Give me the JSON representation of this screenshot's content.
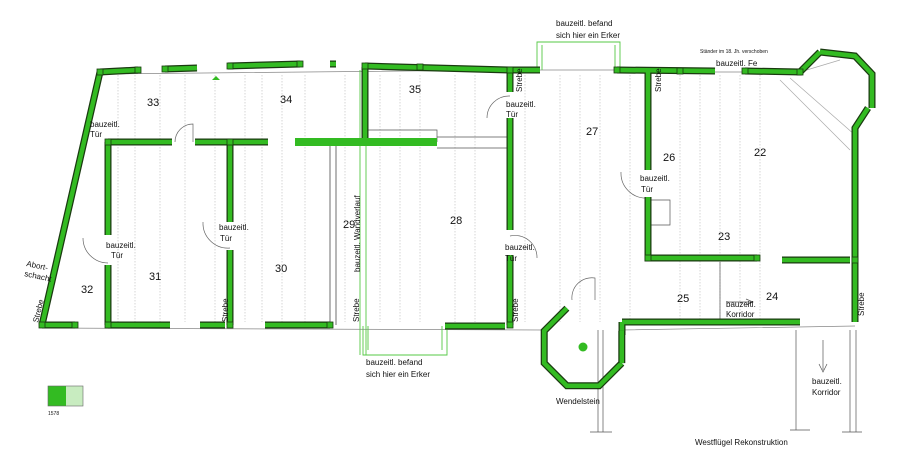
{
  "title": "Westflügel Rekonstruktion",
  "colors": {
    "wall": "#33bb22",
    "outline": "#1a3a10",
    "accent_light": "#c8ecc0"
  },
  "rooms": [
    "22",
    "23",
    "24",
    "25",
    "26",
    "27",
    "28",
    "29",
    "30",
    "31",
    "32",
    "33",
    "34",
    "35"
  ],
  "annotations": {
    "erker_top_1": "bauzeitl. befand",
    "erker_top_2": "sich hier ein Erker",
    "erker_bottom_1": "bauzeitl. befand",
    "erker_bottom_2": "sich hier ein Erker",
    "staender": "Ständer im 18. Jh. verschoben",
    "fenster": "bauzeitl. Fe",
    "tuer_word1": "bauzeitl.",
    "tuer_word2": "Tür",
    "abort_1": "Abort-",
    "abort_2": "schacht",
    "strebe": "Strebe",
    "wandverlauf": "bauzeitl. Wandverlauf",
    "korridor_1": "bauzeitl.",
    "korridor_2": "Korridor",
    "wendelstein": "Wendelstein"
  },
  "legend": {
    "year": "1578"
  }
}
